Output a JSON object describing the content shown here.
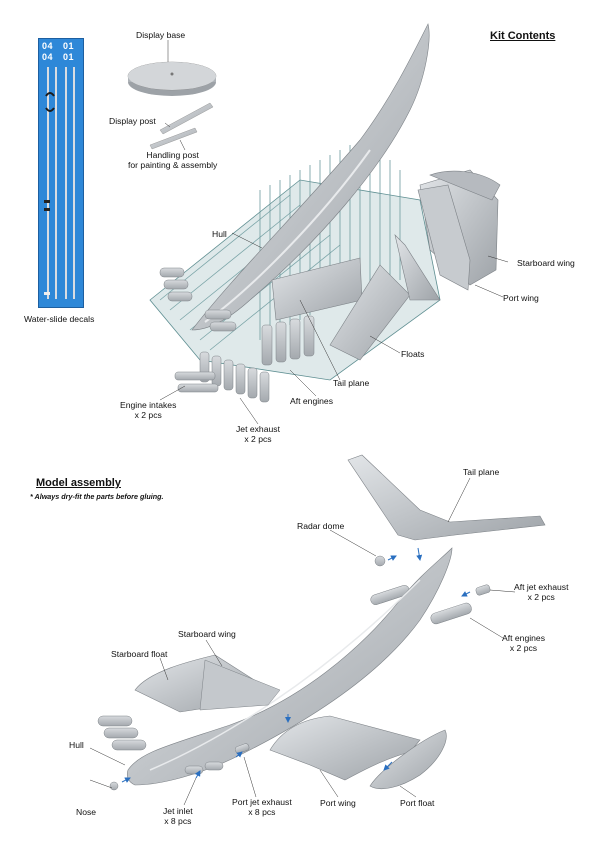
{
  "kit_contents": {
    "title": "Kit Contents",
    "labels": {
      "display_base": "Display base",
      "display_post": "Display post",
      "handling_post": "Handling post\nfor painting & assembly",
      "hull": "Hull",
      "starboard_wing": "Starboard wing",
      "port_wing": "Port wing",
      "floats": "Floats",
      "tail_plane": "Tail plane",
      "aft_engines": "Aft engines",
      "jet_exhaust": "Jet exhaust\nx 2 pcs",
      "engine_intakes": "Engine intakes\nx 2 pcs",
      "decals": "Water-slide decals"
    },
    "decal_numbers": [
      "04",
      "01",
      "04",
      "01"
    ]
  },
  "model_assembly": {
    "title": "Model assembly",
    "note": "* Always dry-fit the parts before gluing.",
    "labels": {
      "tail_plane": "Tail plane",
      "radar_dome": "Radar dome",
      "aft_jet_exhaust": "Aft jet exhaust\nx 2 pcs",
      "aft_engines": "Aft engines\nx 2 pcs",
      "starboard_wing": "Starboard wing",
      "starboard_float": "Starboard float",
      "hull": "Hull",
      "nose": "Nose",
      "jet_inlet": "Jet inlet\nx 8 pcs",
      "port_jet_exhaust": "Port jet exhaust\nx 8 pcs",
      "port_wing": "Port wing",
      "port_float": "Port float"
    }
  },
  "colors": {
    "part_grey": "#bfc3c7",
    "sprue_teal": "#8fb6b8",
    "decal_blue": "#2e88d8",
    "arrow_blue": "#2a6fc0"
  }
}
